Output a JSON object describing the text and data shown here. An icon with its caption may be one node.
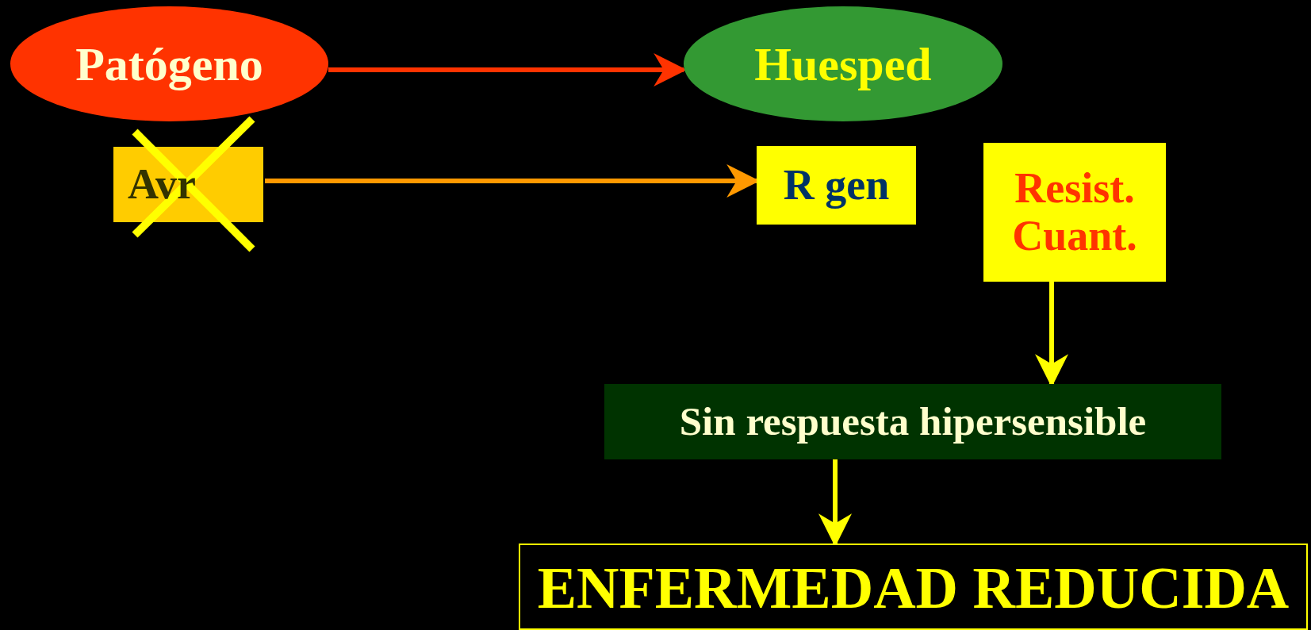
{
  "diagram": {
    "nodes": [
      {
        "text": [
          "Patógeno"
        ]
      },
      {
        "text": [
          "Huesped"
        ]
      },
      {
        "text": [
          "Avr"
        ]
      },
      {
        "text": [
          "R gen"
        ]
      },
      {
        "text": [
          "Resist. Cuant."
        ]
      },
      {
        "text": [
          "Sin respuesta hipersensible"
        ]
      },
      {
        "text": [
          "ENFERMEDAD REDUCIDA"
        ]
      }
    ],
    "edges": [
      {
        "from": 0,
        "to": 1,
        "arrow": "to",
        "color": "#ff3300"
      },
      {
        "from": 2,
        "to": 3,
        "arrow": "to",
        "color": "#ff9900"
      },
      {
        "from": 4,
        "to": 5,
        "arrow": "to"
      },
      {
        "from": 5,
        "to": 6,
        "arrow": "to"
      }
    ]
  }
}
